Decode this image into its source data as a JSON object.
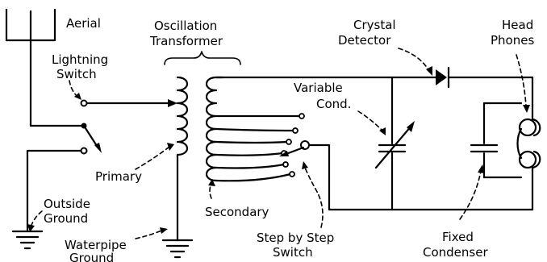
{
  "labels": {
    "aerial": "Aerial",
    "oscillation_1": "Oscillation",
    "oscillation_2": "Transformer",
    "crystal_1": "Crystal",
    "crystal_2": "Detector",
    "head_1": "Head",
    "head_2": "Phones",
    "lightning_1": "Lightning",
    "lightning_2": "Switch",
    "variable_1": "Variable",
    "variable_2": "Cond.",
    "primary": "Primary",
    "outside_1": "Outside",
    "outside_2": "Ground",
    "secondary": "Secondary",
    "waterpipe_1": "Waterpipe",
    "waterpipe_2": "Ground",
    "step_1": "Step by Step",
    "step_2": "Switch",
    "fixed_1": "Fixed",
    "fixed_2": "Condenser"
  }
}
